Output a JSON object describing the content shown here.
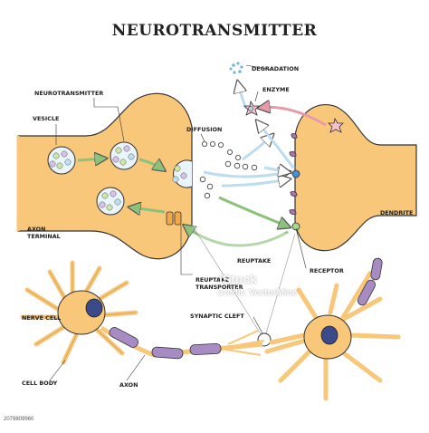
{
  "title": "NEUROTRANSMITTER",
  "labels": {
    "neurotransmitter": "NEUROTRANSMITTER",
    "vesicle": "VESICLE",
    "axon_terminal_line1": "AXON",
    "axon_terminal_line2": "TERMINAL",
    "diffusion": "DIFFUSION",
    "degradation": "DEGRADATION",
    "enzyme": "ENZYME",
    "dendrite": "DENDRITE",
    "reuptake": "REUPTAKE",
    "receptor": "RECEPTOR",
    "reuptake_transporter_line1": "REUPTAKE",
    "reuptake_transporter_line2": "TRANSPORTER",
    "nerve_cell": "NERVE CELL",
    "synaptic_cleft": "SYNAPTIC CLEFT",
    "cell_body": "CELL BODY",
    "axon": "AXON"
  },
  "watermark": {
    "brand": "iStock",
    "credit": "Credit: VectorMine",
    "stock_id": "2079809960"
  },
  "colors": {
    "cell_fill": "#f8c77a",
    "cell_stroke": "#e2a447",
    "arrow_green": "#8cc27a",
    "arrow_blue": "#bcdcf0",
    "arrow_pink": "#e89aa8",
    "receptor_purple": "#b06fae",
    "nucleus": "#3a4a8a",
    "myelin": "#a78cc4"
  }
}
